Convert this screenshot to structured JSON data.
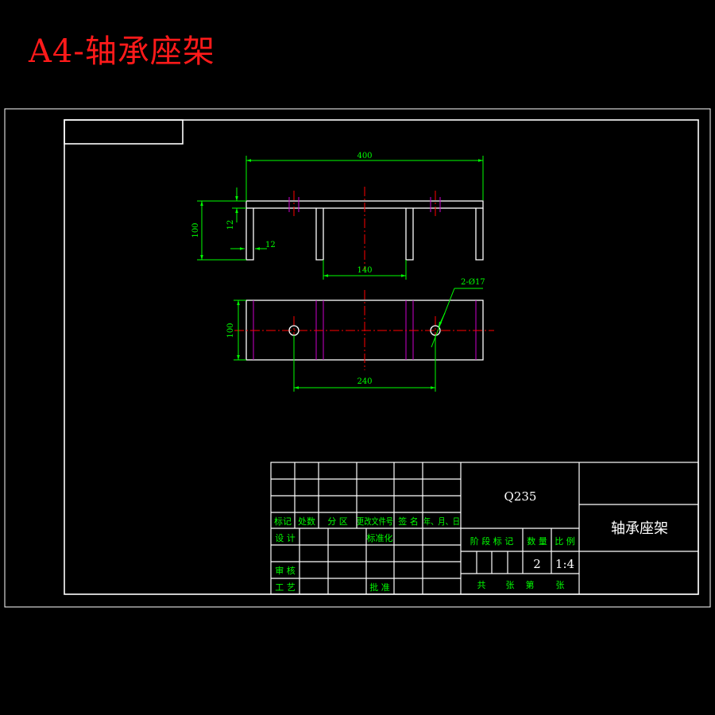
{
  "page_title": "A4-轴承座架",
  "colors": {
    "background": "#000000",
    "outline": "#ffffff",
    "dimension": "#00ff00",
    "centerline": "#ff0000",
    "hidden_line": "#cc00cc",
    "title_red": "#ff1a1a"
  },
  "dimensions": {
    "overall_length": "400",
    "height": "100",
    "top_thickness": "12",
    "leg_thickness": "12",
    "leg_spacing": "140",
    "plan_width": "100",
    "hole_spacing": "240",
    "hole_callout": "2-Ø17"
  },
  "title_block": {
    "material": "Q235",
    "part_name": "轴承座架",
    "header_labels": [
      "标记",
      "处数",
      "分 区",
      "更改文件号",
      "签 名",
      "年、月、日"
    ],
    "designer_label": "设 计",
    "standardization_label": "标准化",
    "reviewer_label": "审 核",
    "process_label": "工 艺",
    "approval_label": "批 准",
    "stage_label": "阶 段 标 记",
    "quantity_label": "数 量",
    "scale_label": "比 例",
    "quantity_value": "2",
    "scale_value": "1:4",
    "sheet_total_label": "共",
    "sheet_unit_label": "张",
    "sheet_no_label": "第",
    "sheet_unit_label_2": "张"
  }
}
